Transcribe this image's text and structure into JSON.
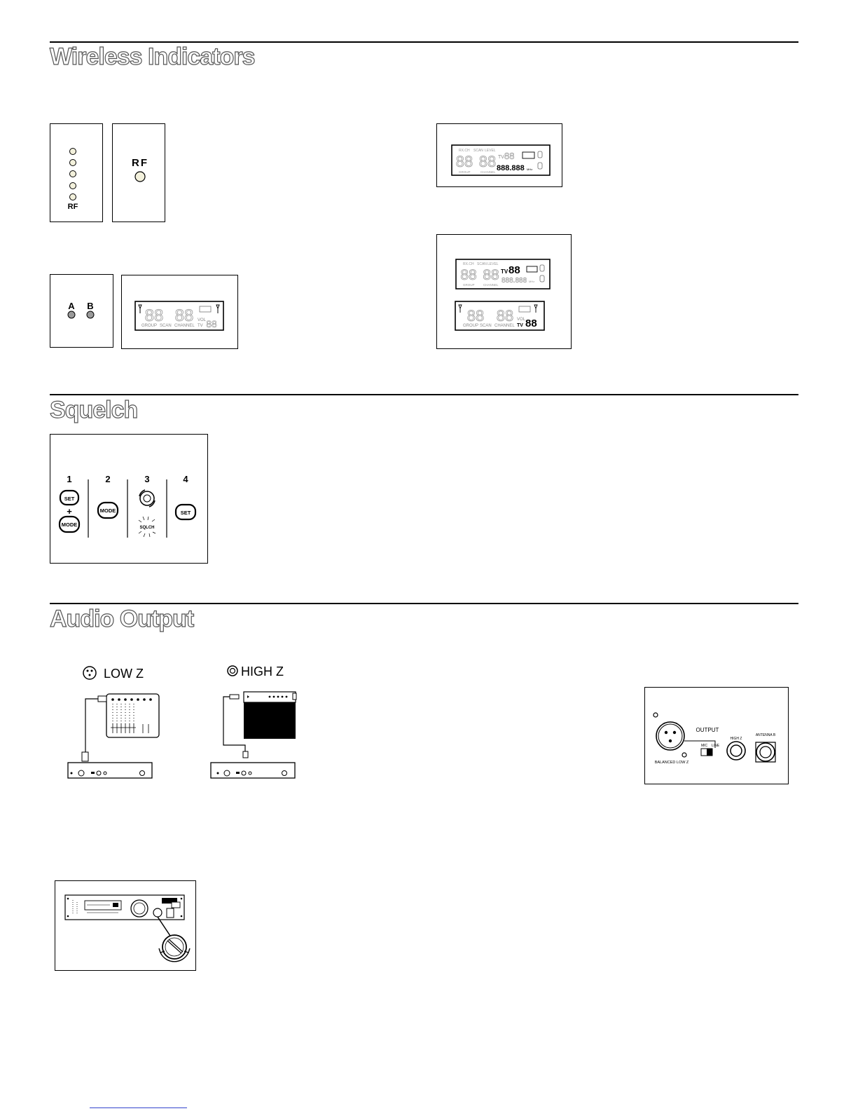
{
  "sections": [
    {
      "heading": "Wireless Indicators"
    },
    {
      "heading": "Squelch"
    },
    {
      "heading": "Audio Output"
    }
  ],
  "wireless": {
    "rf_led_label": "RF",
    "rf_single_label": "RF",
    "ab_label_a": "A",
    "ab_label_b": "B",
    "diversity_lcd": {
      "labels": [
        "GROUP",
        "SCAN",
        "CHANNEL",
        "VOL",
        "TV"
      ],
      "digits_1": "88",
      "digits_2": "88",
      "digits_3": "88"
    },
    "receiver_lcd": {
      "top_labels": [
        "RX.CH",
        "SCAN",
        "LEVEL"
      ],
      "bottom_labels": [
        "GROUP",
        "CHANNEL"
      ],
      "tv": "TV",
      "tv_digits": "88",
      "freq": "888.888",
      "unit": "MHz",
      "digits_1": "88",
      "digits_2": "88"
    },
    "tv_lcd_top": {
      "top_labels": [
        "RX.CH",
        "SCAN",
        "LEVEL"
      ],
      "bottom_labels": [
        "GROUP",
        "CHANNEL"
      ],
      "tv": "TV",
      "tv_digits": "88",
      "freq": "888.888",
      "unit": "MHz",
      "digits_1": "88",
      "digits_2": "88"
    },
    "tv_lcd_bottom": {
      "labels": [
        "GROUP",
        "SCAN",
        "CHANNEL",
        "VOL"
      ],
      "tv": "TV",
      "tv_digits": "88",
      "digits_1": "88",
      "digits_2": "88"
    }
  },
  "squelch": {
    "steps": [
      {
        "number": "1",
        "buttons": [
          "SET",
          "MODE"
        ],
        "plus": "+"
      },
      {
        "number": "2",
        "buttons": [
          "MODE"
        ]
      },
      {
        "number": "3",
        "label": "SQLCH"
      },
      {
        "number": "4",
        "buttons": [
          "SET"
        ]
      }
    ]
  },
  "audio_output": {
    "low_z_label": "LOW Z",
    "high_z_label": "HIGH Z",
    "panel": {
      "output_label": "OUTPUT",
      "mic_label": "MIC",
      "line_label": "LINE",
      "high_z_label": "HIGH Z",
      "antenna_label": "ANTENNA B",
      "balanced_label": "BALANCED LOW Z"
    }
  },
  "icons": {
    "xlr_connector": "xlr-connector-icon",
    "quarter_inch_jack": "quarter-inch-jack-icon",
    "rotate_arrows": "rotate-arrows-icon"
  }
}
